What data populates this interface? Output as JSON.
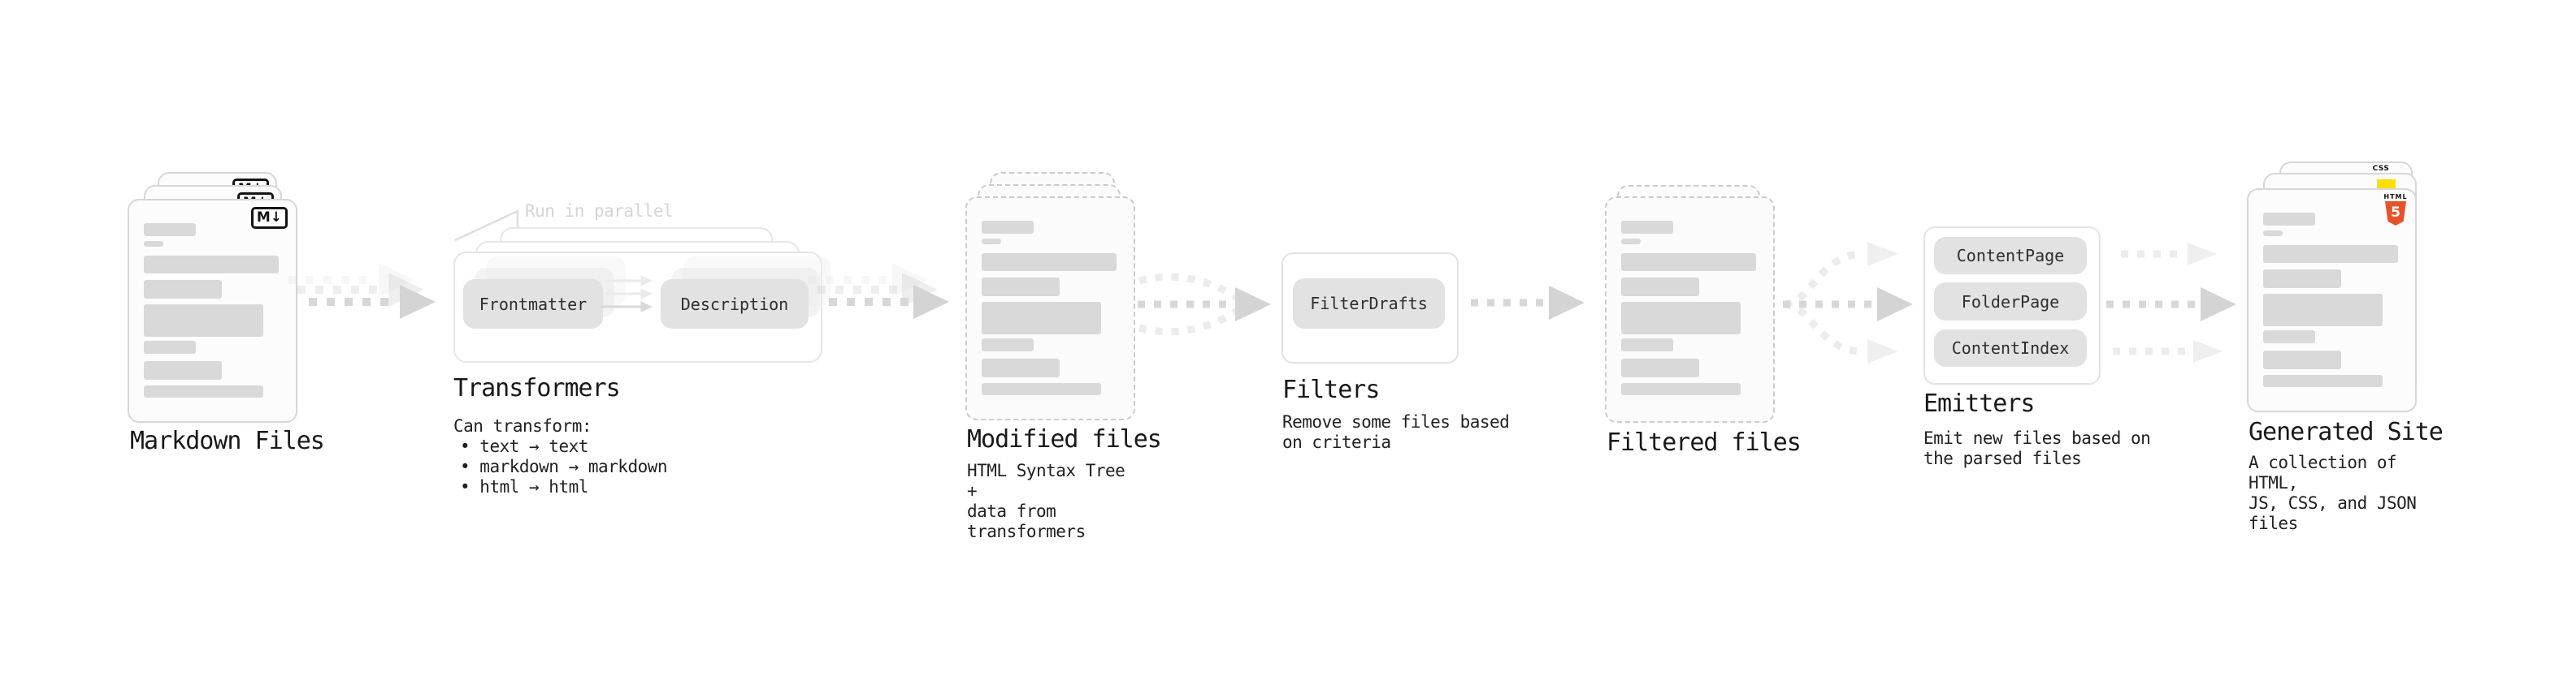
{
  "diagram": {
    "markdown_files": {
      "title": "Markdown Files",
      "badge": "M↓"
    },
    "transformers": {
      "title": "Transformers",
      "parallel_note": "Run in parallel",
      "pill_frontmatter": "Frontmatter",
      "pill_description": "Description",
      "note_heading": "Can transform:",
      "bullets": [
        "text → text",
        "markdown → markdown",
        "html → html"
      ]
    },
    "modified_files": {
      "title": "Modified files",
      "subtitle": "HTML Syntax Tree +\ndata from transformers"
    },
    "filters": {
      "title": "Filters",
      "pill": "FilterDrafts",
      "subtitle": "Remove some files based\non criteria"
    },
    "filtered_files": {
      "title": "Filtered files"
    },
    "emitters": {
      "title": "Emitters",
      "pills": [
        "ContentPage",
        "FolderPage",
        "ContentIndex"
      ],
      "subtitle": "Emit new files based on\nthe parsed files"
    },
    "generated_site": {
      "title": "Generated Site",
      "subtitle": "A collection of HTML,\nJS, CSS, and JSON files",
      "badge_css": "CSS",
      "badge_html_label": "HTML",
      "badge_html_number": "5"
    },
    "colors": {
      "arrow": "#d7d7d7",
      "arrow_faint": "#ececec",
      "bar": "#d9d9d9",
      "pill": "#e2e2e2",
      "doc_border": "#d7d7d7",
      "html5_orange": "#e5532b",
      "js_yellow": "#ffde00",
      "css_blue": "#2b6bf3"
    }
  }
}
